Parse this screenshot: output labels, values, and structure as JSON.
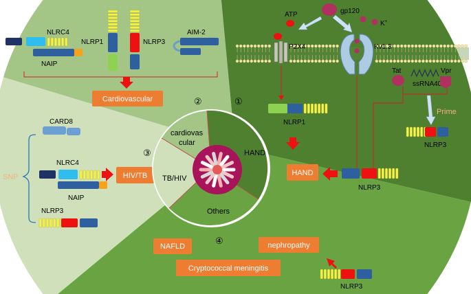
{
  "colors": {
    "sector_cardiovascular": "#a3c586",
    "sector_hand": "#4f8030",
    "sector_tb": "#cfe0bb",
    "sector_others": "#6aa341",
    "orange_box": "#ed7d31",
    "red_arrow": "#ee1111",
    "blue_domain": "#2e5f9e",
    "yellow_lrr": "#f5f34a",
    "green_domain": "#8fd150",
    "red_domain": "#ee1111",
    "navy_domain": "#1f3266",
    "cyan_domain": "#2fbcee",
    "orange_domain": "#f7a21c",
    "magenta_ligand": "#b03060",
    "center_circle": "#a8145a"
  },
  "numbers": {
    "n1": "①",
    "n2": "②",
    "n3": "③",
    "n4": "④"
  },
  "cardiovascular_panel": {
    "nlrc4": "NLRC4",
    "naip": "NAIP",
    "nlrp1": "NLRP1",
    "nlrp3": "NLRP3",
    "aim2": "AIM-2",
    "box": "Cardiovascular"
  },
  "hand_panel": {
    "atp": "ATP",
    "gp120": "gp120",
    "kplus": "K",
    "kplus_sup": "+",
    "p2x4": "P2X4",
    "kv13": "Kv1.3",
    "tat": "Tat",
    "ssrna40": "ssRNA40",
    "vpr": "Vpr",
    "prime": "Prime",
    "nlrp1": "NLRP1",
    "nlrp3_right": "NLRP3",
    "nlrp3_center": "NLRP3",
    "box": "HAND"
  },
  "tb_panel": {
    "snp": "SNP",
    "card8": "CARD8",
    "nlrc4": "NLRC4",
    "naip": "NAIP",
    "nlrp3": "NLRP3",
    "box": "HIV/TB"
  },
  "others_panel": {
    "nafld": "NAFLD",
    "nephropathy": "nephropathy",
    "crypto": "Cryptococcal meningitis",
    "nlrp3": "NLRP3"
  },
  "center": {
    "cardio_line1": "cardiovas",
    "cardio_line2": "cular",
    "hand": "HAND",
    "tbhiv": "TB/HIV",
    "others": "Others"
  }
}
